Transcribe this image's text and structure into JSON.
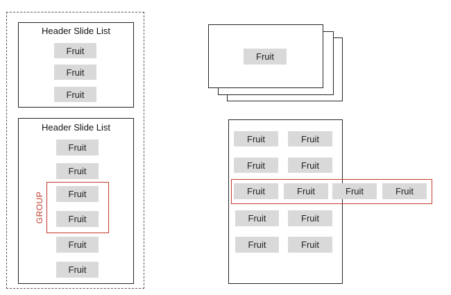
{
  "colors": {
    "border": "#222222",
    "dashed_border": "#555555",
    "chip": "#d9d9d9",
    "group": "#c0392b"
  },
  "left_container": {
    "list1": {
      "title": "Header Slide List",
      "items": [
        "Fruit",
        "Fruit",
        "Fruit"
      ]
    },
    "list2": {
      "title": "Header Slide List",
      "items": [
        "Fruit",
        "Fruit",
        "Fruit",
        "Fruit",
        "Fruit",
        "Fruit"
      ],
      "group_label": "GROUP"
    }
  },
  "card_stack": {
    "front_card_item": "Fruit"
  },
  "grid_panel": {
    "rows": [
      [
        "Fruit",
        "Fruit"
      ],
      [
        "Fruit",
        "Fruit"
      ],
      [
        "Fruit",
        "Fruit",
        "Fruit",
        "Fruit"
      ],
      [
        "Fruit",
        "Fruit"
      ],
      [
        "Fruit",
        "Fruit"
      ]
    ]
  }
}
